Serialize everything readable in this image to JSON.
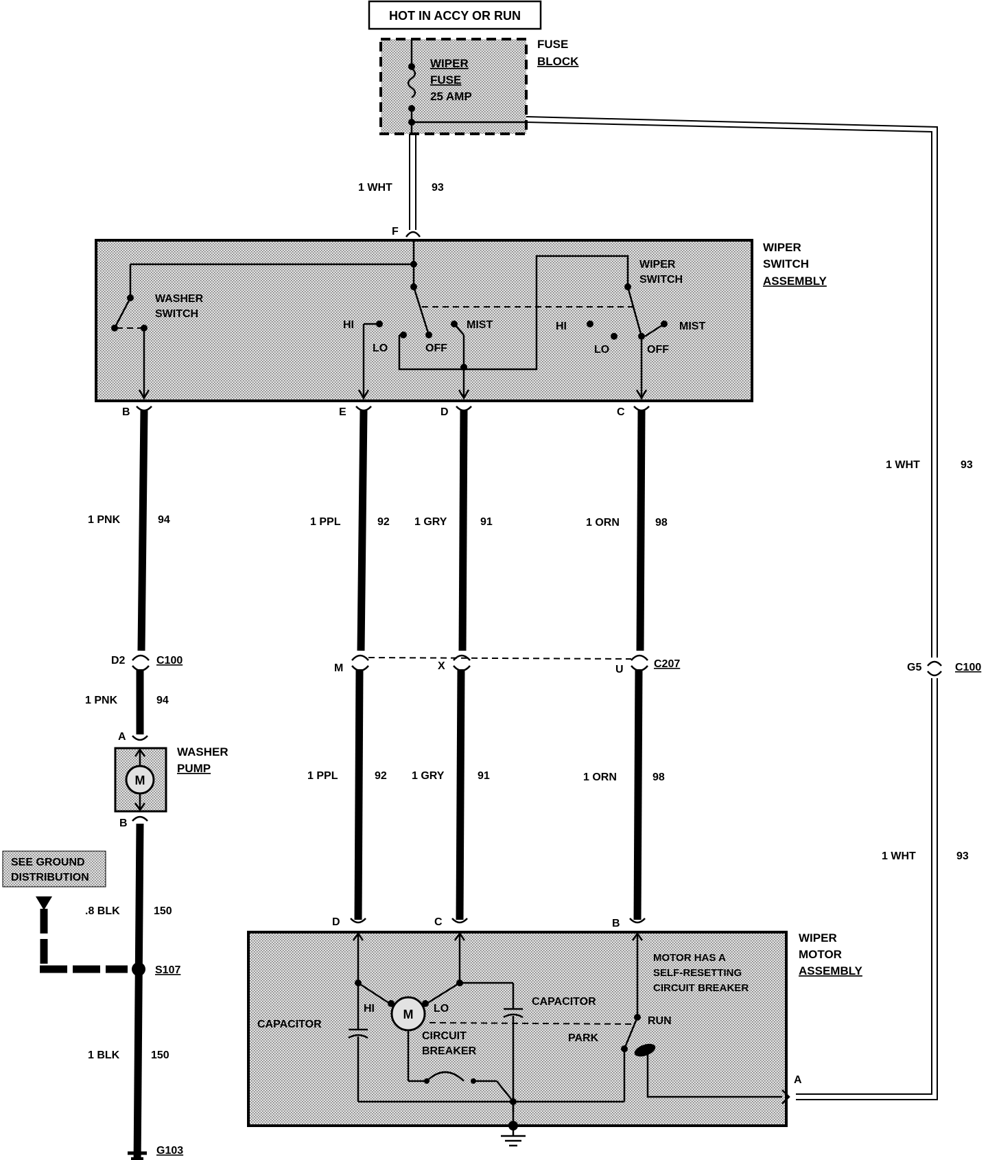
{
  "header": {
    "hot_label": "HOT IN ACCY OR RUN"
  },
  "fuse_block": {
    "title_line1": "FUSE",
    "title_line2": "BLOCK",
    "fuse_line1": "WIPER",
    "fuse_line2": "FUSE",
    "fuse_line3": "25 AMP"
  },
  "wiper_switch_assembly": {
    "title_line1": "WIPER",
    "title_line2": "SWITCH",
    "title_line3": "ASSEMBLY",
    "washer_line1": "WASHER",
    "washer_line2": "SWITCH",
    "wiper_line1": "WIPER",
    "wiper_line2": "SWITCH",
    "pos_hi": "HI",
    "pos_lo": "LO",
    "pos_off": "OFF",
    "pos_mist": "MIST"
  },
  "pins": {
    "f": "F",
    "b": "B",
    "e": "E",
    "d": "D",
    "c": "C",
    "m": "M",
    "x": "X",
    "u": "U",
    "d2": "D2",
    "g5": "G5",
    "pump_a": "A",
    "pump_b": "B",
    "motor_d": "D",
    "motor_c": "C",
    "motor_b": "B",
    "motor_a": "A"
  },
  "wires": {
    "w93_color": "1 WHT",
    "w93_num": "93",
    "w94_color": "1 PNK",
    "w94_num": "94",
    "w92_color": "1 PPL",
    "w92_num": "92",
    "w91_color": "1 GRY",
    "w91_num": "91",
    "w98_color": "1 ORN",
    "w98_num": "98",
    "w150a_color": ".8 BLK",
    "w150b_color": "1 BLK",
    "w150_num": "150"
  },
  "connectors": {
    "c100": "C100",
    "c207": "C207",
    "s107": "S107",
    "g103": "G103"
  },
  "washer_pump": {
    "title_line1": "WASHER",
    "title_line2": "PUMP",
    "motor_symbol": "M"
  },
  "ground_note": {
    "line1": "SEE GROUND",
    "line2": "DISTRIBUTION"
  },
  "wiper_motor_assembly": {
    "title_line1": "WIPER",
    "title_line2": "MOTOR",
    "title_line3": "ASSEMBLY",
    "note_line1": "MOTOR HAS A",
    "note_line2": "SELF-RESETTING",
    "note_line3": "CIRCUIT BREAKER",
    "capacitor_left": "CAPACITOR",
    "capacitor_right": "CAPACITOR",
    "hi": "HI",
    "lo": "LO",
    "motor_symbol": "M",
    "breaker_line1": "CIRCUIT",
    "breaker_line2": "BREAKER",
    "run": "RUN",
    "park": "PARK"
  },
  "colors": {
    "ink": "#000000",
    "fill_stipple": "#c8c8c8",
    "background": "#ffffff"
  }
}
